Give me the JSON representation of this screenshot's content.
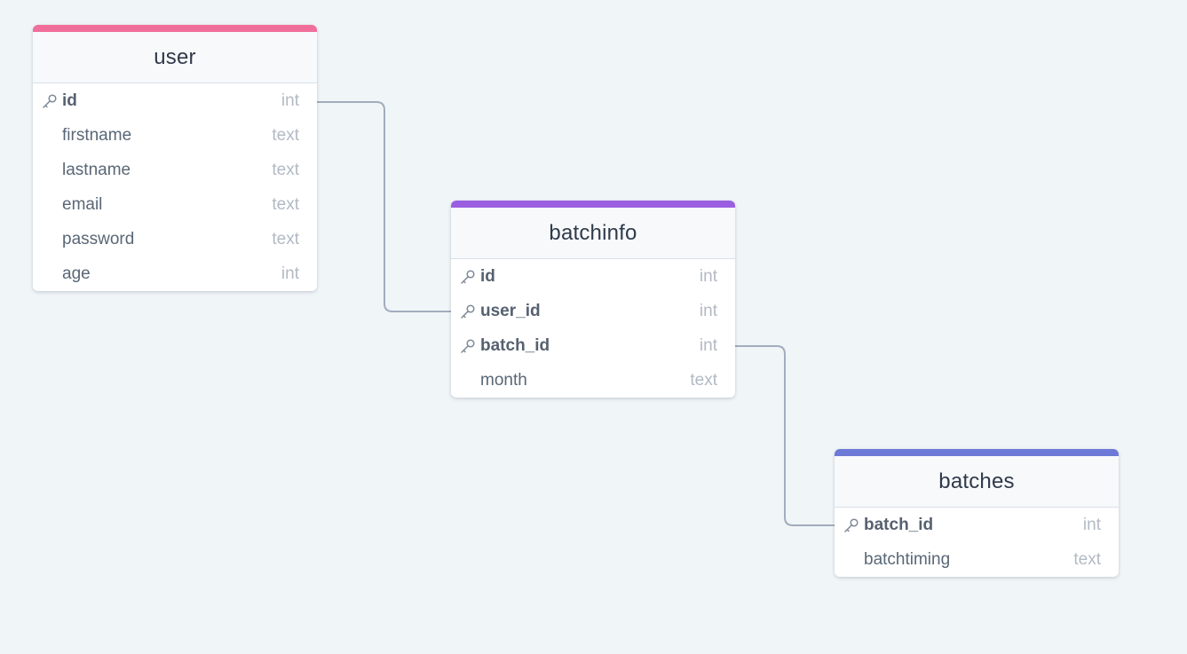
{
  "diagram": {
    "tables": [
      {
        "name": "user",
        "accent_color": "#f06f9a",
        "columns": [
          {
            "name": "id",
            "type": "int",
            "key": true
          },
          {
            "name": "firstname",
            "type": "text",
            "key": false
          },
          {
            "name": "lastname",
            "type": "text",
            "key": false
          },
          {
            "name": "email",
            "type": "text",
            "key": false
          },
          {
            "name": "password",
            "type": "text",
            "key": false
          },
          {
            "name": "age",
            "type": "int",
            "key": false
          }
        ]
      },
      {
        "name": "batchinfo",
        "accent_color": "#9a5fe0",
        "columns": [
          {
            "name": "id",
            "type": "int",
            "key": true
          },
          {
            "name": "user_id",
            "type": "int",
            "key": true
          },
          {
            "name": "batch_id",
            "type": "int",
            "key": true
          },
          {
            "name": "month",
            "type": "text",
            "key": false
          }
        ]
      },
      {
        "name": "batches",
        "accent_color": "#6d79d6",
        "columns": [
          {
            "name": "batch_id",
            "type": "int",
            "key": true
          },
          {
            "name": "batchtiming",
            "type": "text",
            "key": false
          }
        ]
      }
    ],
    "relationships": [
      {
        "from": "user.id",
        "to": "batchinfo.user_id"
      },
      {
        "from": "batchinfo.batch_id",
        "to": "batches.batch_id"
      }
    ],
    "connector_color": "#a2adbd",
    "key_icon": "key-icon"
  }
}
